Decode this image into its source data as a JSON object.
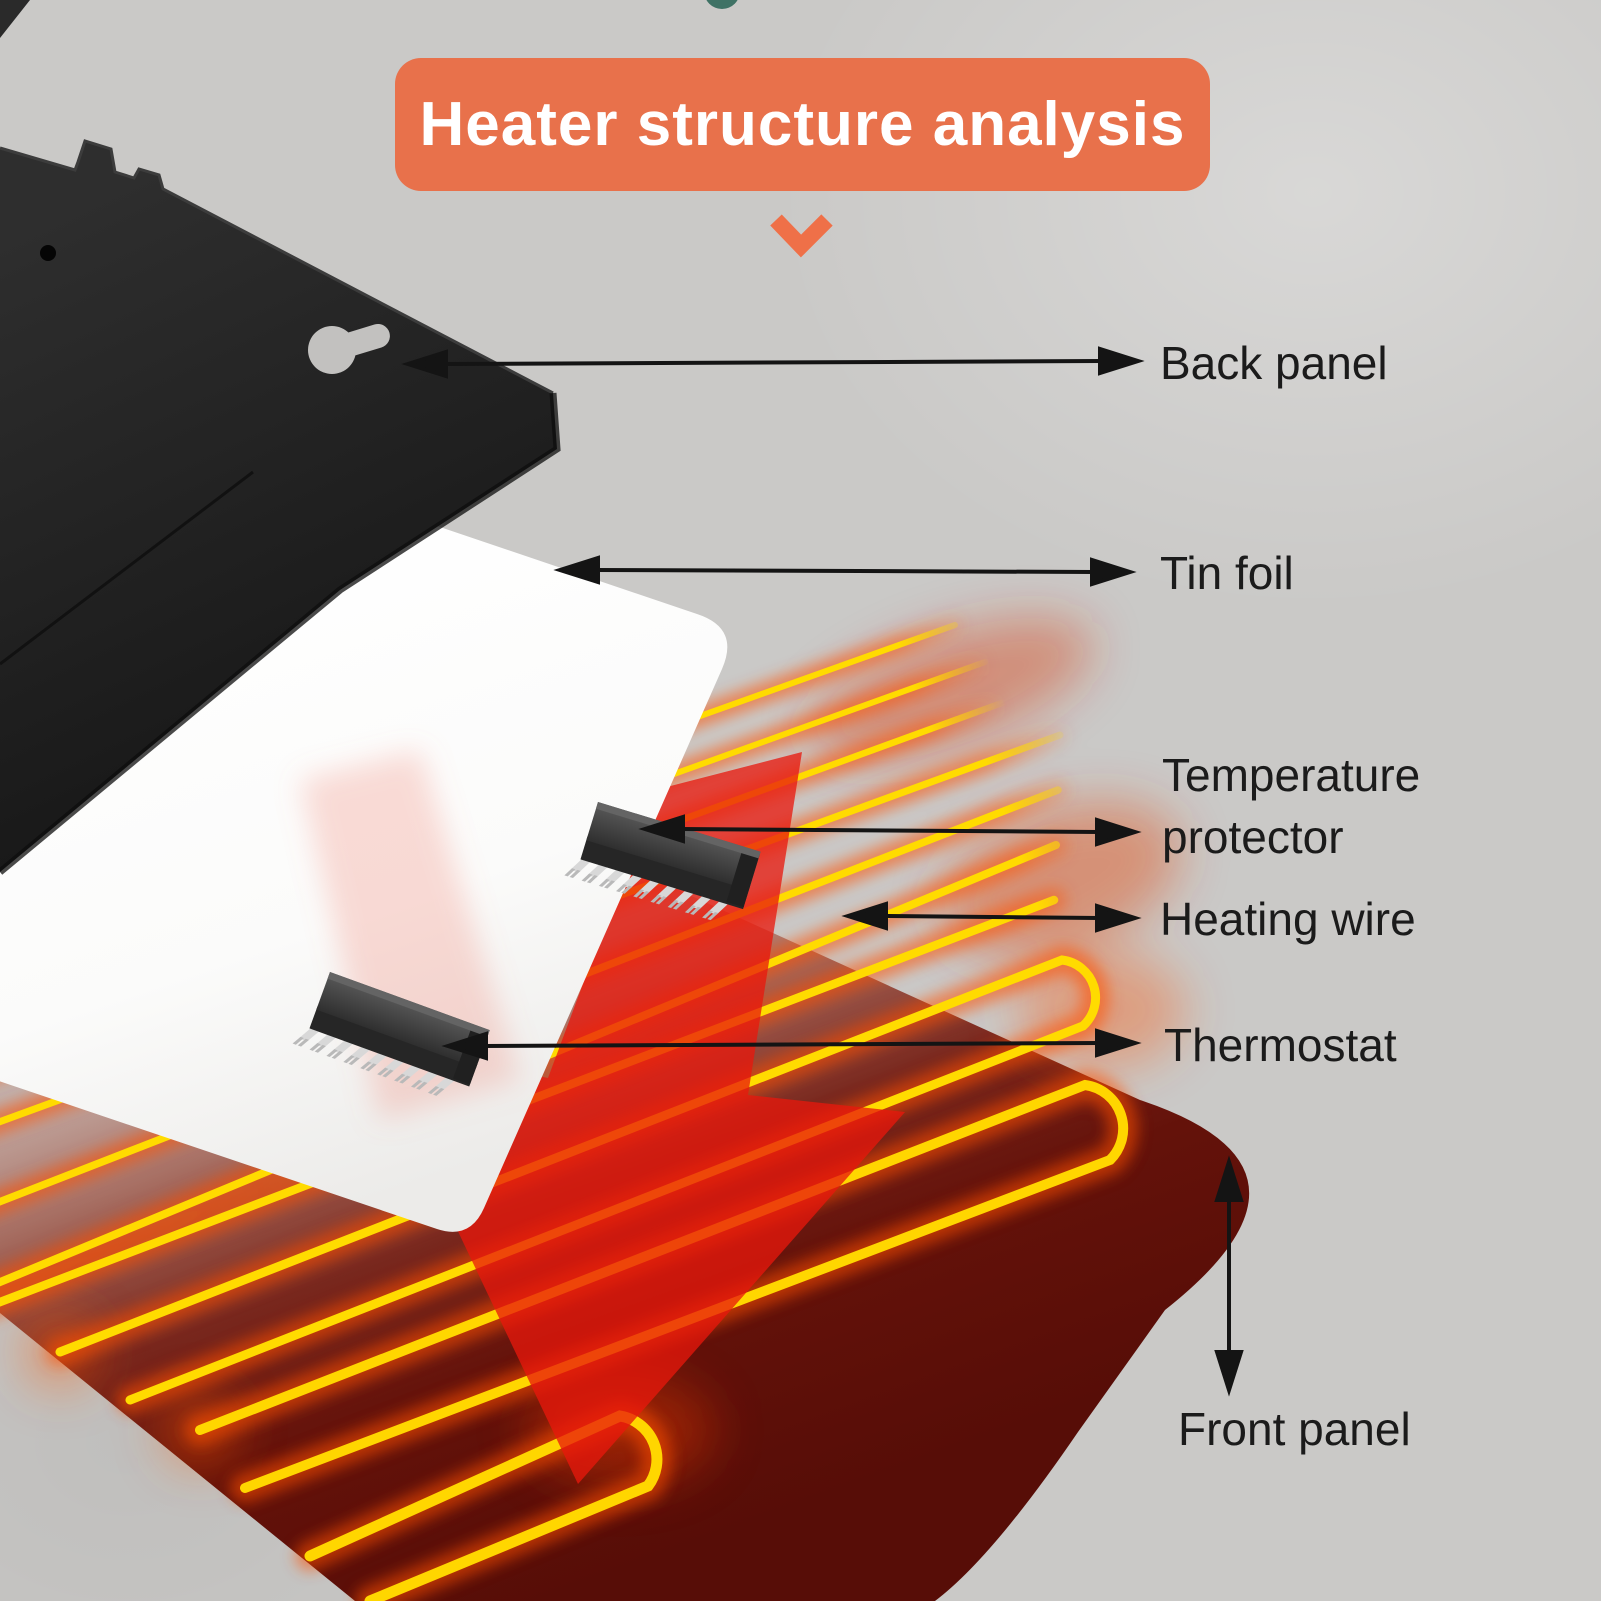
{
  "banner": {
    "title": "Heater structure analysis"
  },
  "callouts": {
    "back_panel": {
      "label": "Back panel"
    },
    "tin_foil": {
      "label": "Tin foil"
    },
    "temperature_protector": {
      "line1": "Temperature",
      "line2": "protector"
    },
    "heating_wire": {
      "label": "Heating wire"
    },
    "thermostat": {
      "label": "Thermostat"
    },
    "front_panel": {
      "label": "Front panel"
    }
  },
  "diagram": {
    "type": "exploded-view-product-diagram",
    "parts": [
      "Back panel",
      "Tin foil",
      "Temperature protector",
      "Heating wire",
      "Thermostat",
      "Front panel"
    ],
    "colors": {
      "banner": "#E8714B",
      "banner_text": "#FFFFFF",
      "background": "#CAC9C7",
      "back_panel": "#232323",
      "tin_foil": "#FAFAFA",
      "front_panel_dark": "#5E0F08",
      "heating_wire": "#FFDC00",
      "wire_glow": "#FF4E00",
      "heat_arrow": "#E81509",
      "callout_line": "#141414",
      "label_text": "#1B1B1B"
    },
    "icons": [
      "chevron-down-icon"
    ]
  }
}
